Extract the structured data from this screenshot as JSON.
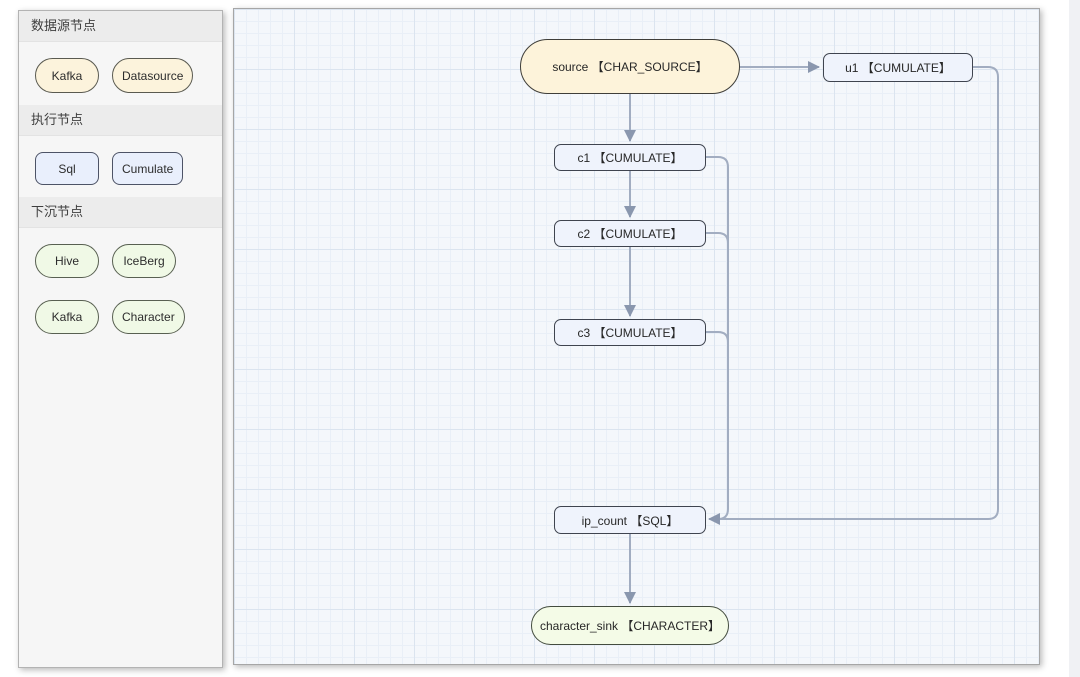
{
  "sidebar": {
    "sections": [
      {
        "title": "数据源节点",
        "items": [
          {
            "label": "Kafka"
          },
          {
            "label": "Datasource"
          }
        ]
      },
      {
        "title": "执行节点",
        "items": [
          {
            "label": "Sql"
          },
          {
            "label": "Cumulate"
          }
        ]
      },
      {
        "title": "下沉节点",
        "items": [
          {
            "label": "Hive"
          },
          {
            "label": "IceBerg"
          },
          {
            "label": "Kafka"
          },
          {
            "label": "Character"
          }
        ]
      }
    ]
  },
  "canvas": {
    "nodes": [
      {
        "id": "source",
        "type": "source",
        "label": "source 【CHAR_SOURCE】"
      },
      {
        "id": "u1",
        "type": "execute",
        "label": "u1 【CUMULATE】"
      },
      {
        "id": "c1",
        "type": "execute",
        "label": "c1 【CUMULATE】"
      },
      {
        "id": "c2",
        "type": "execute",
        "label": "c2 【CUMULATE】"
      },
      {
        "id": "c3",
        "type": "execute",
        "label": "c3 【CUMULATE】"
      },
      {
        "id": "ip_count",
        "type": "execute",
        "label": "ip_count 【SQL】"
      },
      {
        "id": "character_sink",
        "type": "sink",
        "label": "character_sink 【CHARACTER】"
      }
    ],
    "edges": [
      {
        "from": "source",
        "to": "u1"
      },
      {
        "from": "source",
        "to": "c1"
      },
      {
        "from": "c1",
        "to": "c2"
      },
      {
        "from": "c2",
        "to": "c3"
      },
      {
        "from": "c1",
        "to": "ip_count"
      },
      {
        "from": "c2",
        "to": "ip_count"
      },
      {
        "from": "c3",
        "to": "ip_count"
      },
      {
        "from": "u1",
        "to": "ip_count"
      },
      {
        "from": "ip_count",
        "to": "character_sink"
      }
    ]
  },
  "colors": {
    "source_node_fill": "#fdf3da",
    "execute_node_fill": "#eff3fc",
    "sink_node_fill": "#f4fbe7",
    "edge_stroke": "#a2adc1",
    "arrowhead_fill": "#8a97ae",
    "canvas_background": "#f4f7fb",
    "grid_minor_line": "#e9eff7",
    "grid_major_line": "#dbe4ef",
    "sidebar_background": "#f6f6f6",
    "sidebar_header_background": "#ececec"
  }
}
